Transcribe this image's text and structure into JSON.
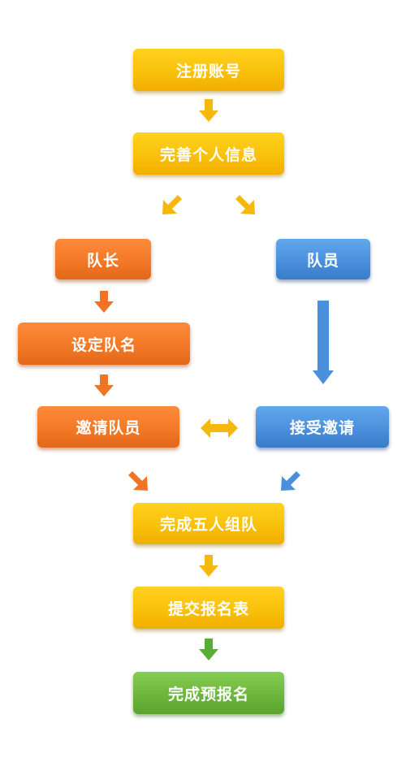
{
  "nodes": {
    "register_account": "注册账号",
    "complete_profile": "完善个人信息",
    "captain": "队长",
    "member": "队员",
    "set_team_name": "设定队名",
    "invite_members": "邀请队员",
    "accept_invitation": "接受邀请",
    "form_team_of_five": "完成五人组队",
    "submit_form": "提交报名表",
    "pre_registration_complete": "完成预报名"
  },
  "colors": {
    "yellow": "#f9c10c",
    "orange": "#f27a26",
    "blue": "#4a90dd",
    "green": "#6db63c",
    "arrow_yellow": "#f6b80c",
    "arrow_orange": "#ef7426",
    "arrow_blue": "#4a90dd",
    "arrow_green": "#5aad34"
  }
}
